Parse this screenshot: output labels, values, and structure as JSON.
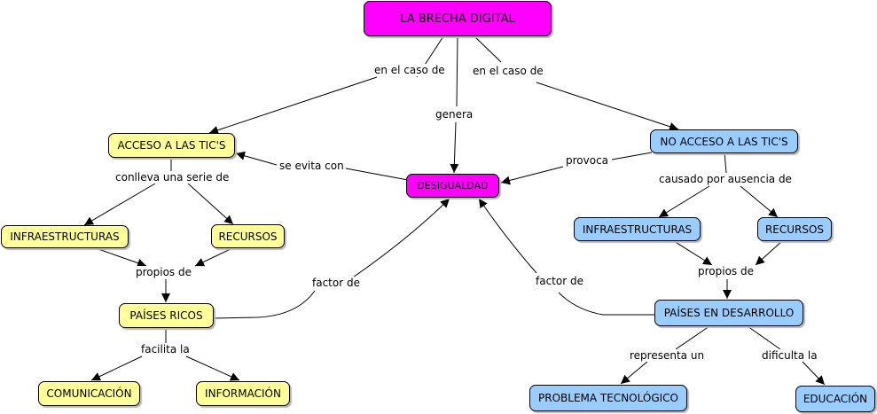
{
  "nodes": {
    "brecha": "LA BRECHA DIGITAL",
    "acceso": "ACCESO A LAS TIC'S",
    "no_acceso": "NO ACCESO A LAS TIC'S",
    "desigualdad": "DESIGUALDAD",
    "infra_left": "INFRAESTRUCTURAS",
    "recursos_left": "RECURSOS",
    "infra_right": "INFRAESTRUCTURAS",
    "recursos_right": "RECURSOS",
    "paises_ricos": "PAÍSES RICOS",
    "paises_desarrollo": "PAÍSES EN DESARROLLO",
    "comunicacion": "COMUNICACIÓN",
    "informacion": "INFORMACIÓN",
    "problema": "PROBLEMA TECNOLÓGICO",
    "educacion": "EDUCACIÓN"
  },
  "links": {
    "en_caso_left": "en el caso de",
    "en_caso_right": "en el caso de",
    "genera": "genera",
    "se_evita": "se evita con",
    "provoca": "provoca",
    "conlleva": "conlleva una serie de",
    "causado": "causado por ausencia de",
    "propios_left": "propios de",
    "propios_right": "propios de",
    "factor_left": "factor de",
    "factor_right": "factor de",
    "facilita": "facilita la",
    "representa": "representa un",
    "dificulta": "dificulta la"
  },
  "colors": {
    "magenta": "#ff00ff",
    "yellow": "#ffff99",
    "blue": "#99ccff"
  }
}
